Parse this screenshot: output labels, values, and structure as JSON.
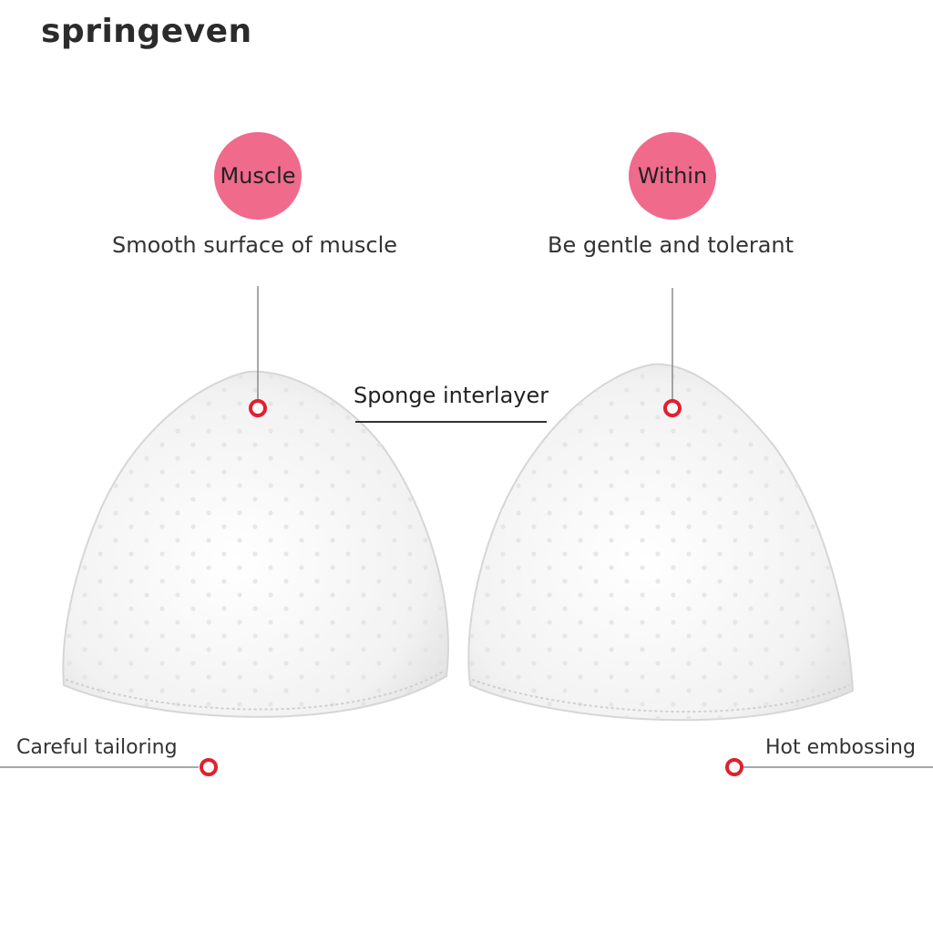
{
  "brand": "springeven",
  "badges": {
    "left": {
      "label": "Muscle",
      "caption": "Smooth surface of muscle"
    },
    "right": {
      "label": "Within",
      "caption": "Be gentle and tolerant"
    }
  },
  "center_label": "Sponge interlayer",
  "side_labels": {
    "left": "Careful tailoring",
    "right": "Hot embossing"
  },
  "colors": {
    "badge": "#f06a8c",
    "marker": "#e02030",
    "pad": "#f4f4f4",
    "line": "#8a8a8a"
  }
}
